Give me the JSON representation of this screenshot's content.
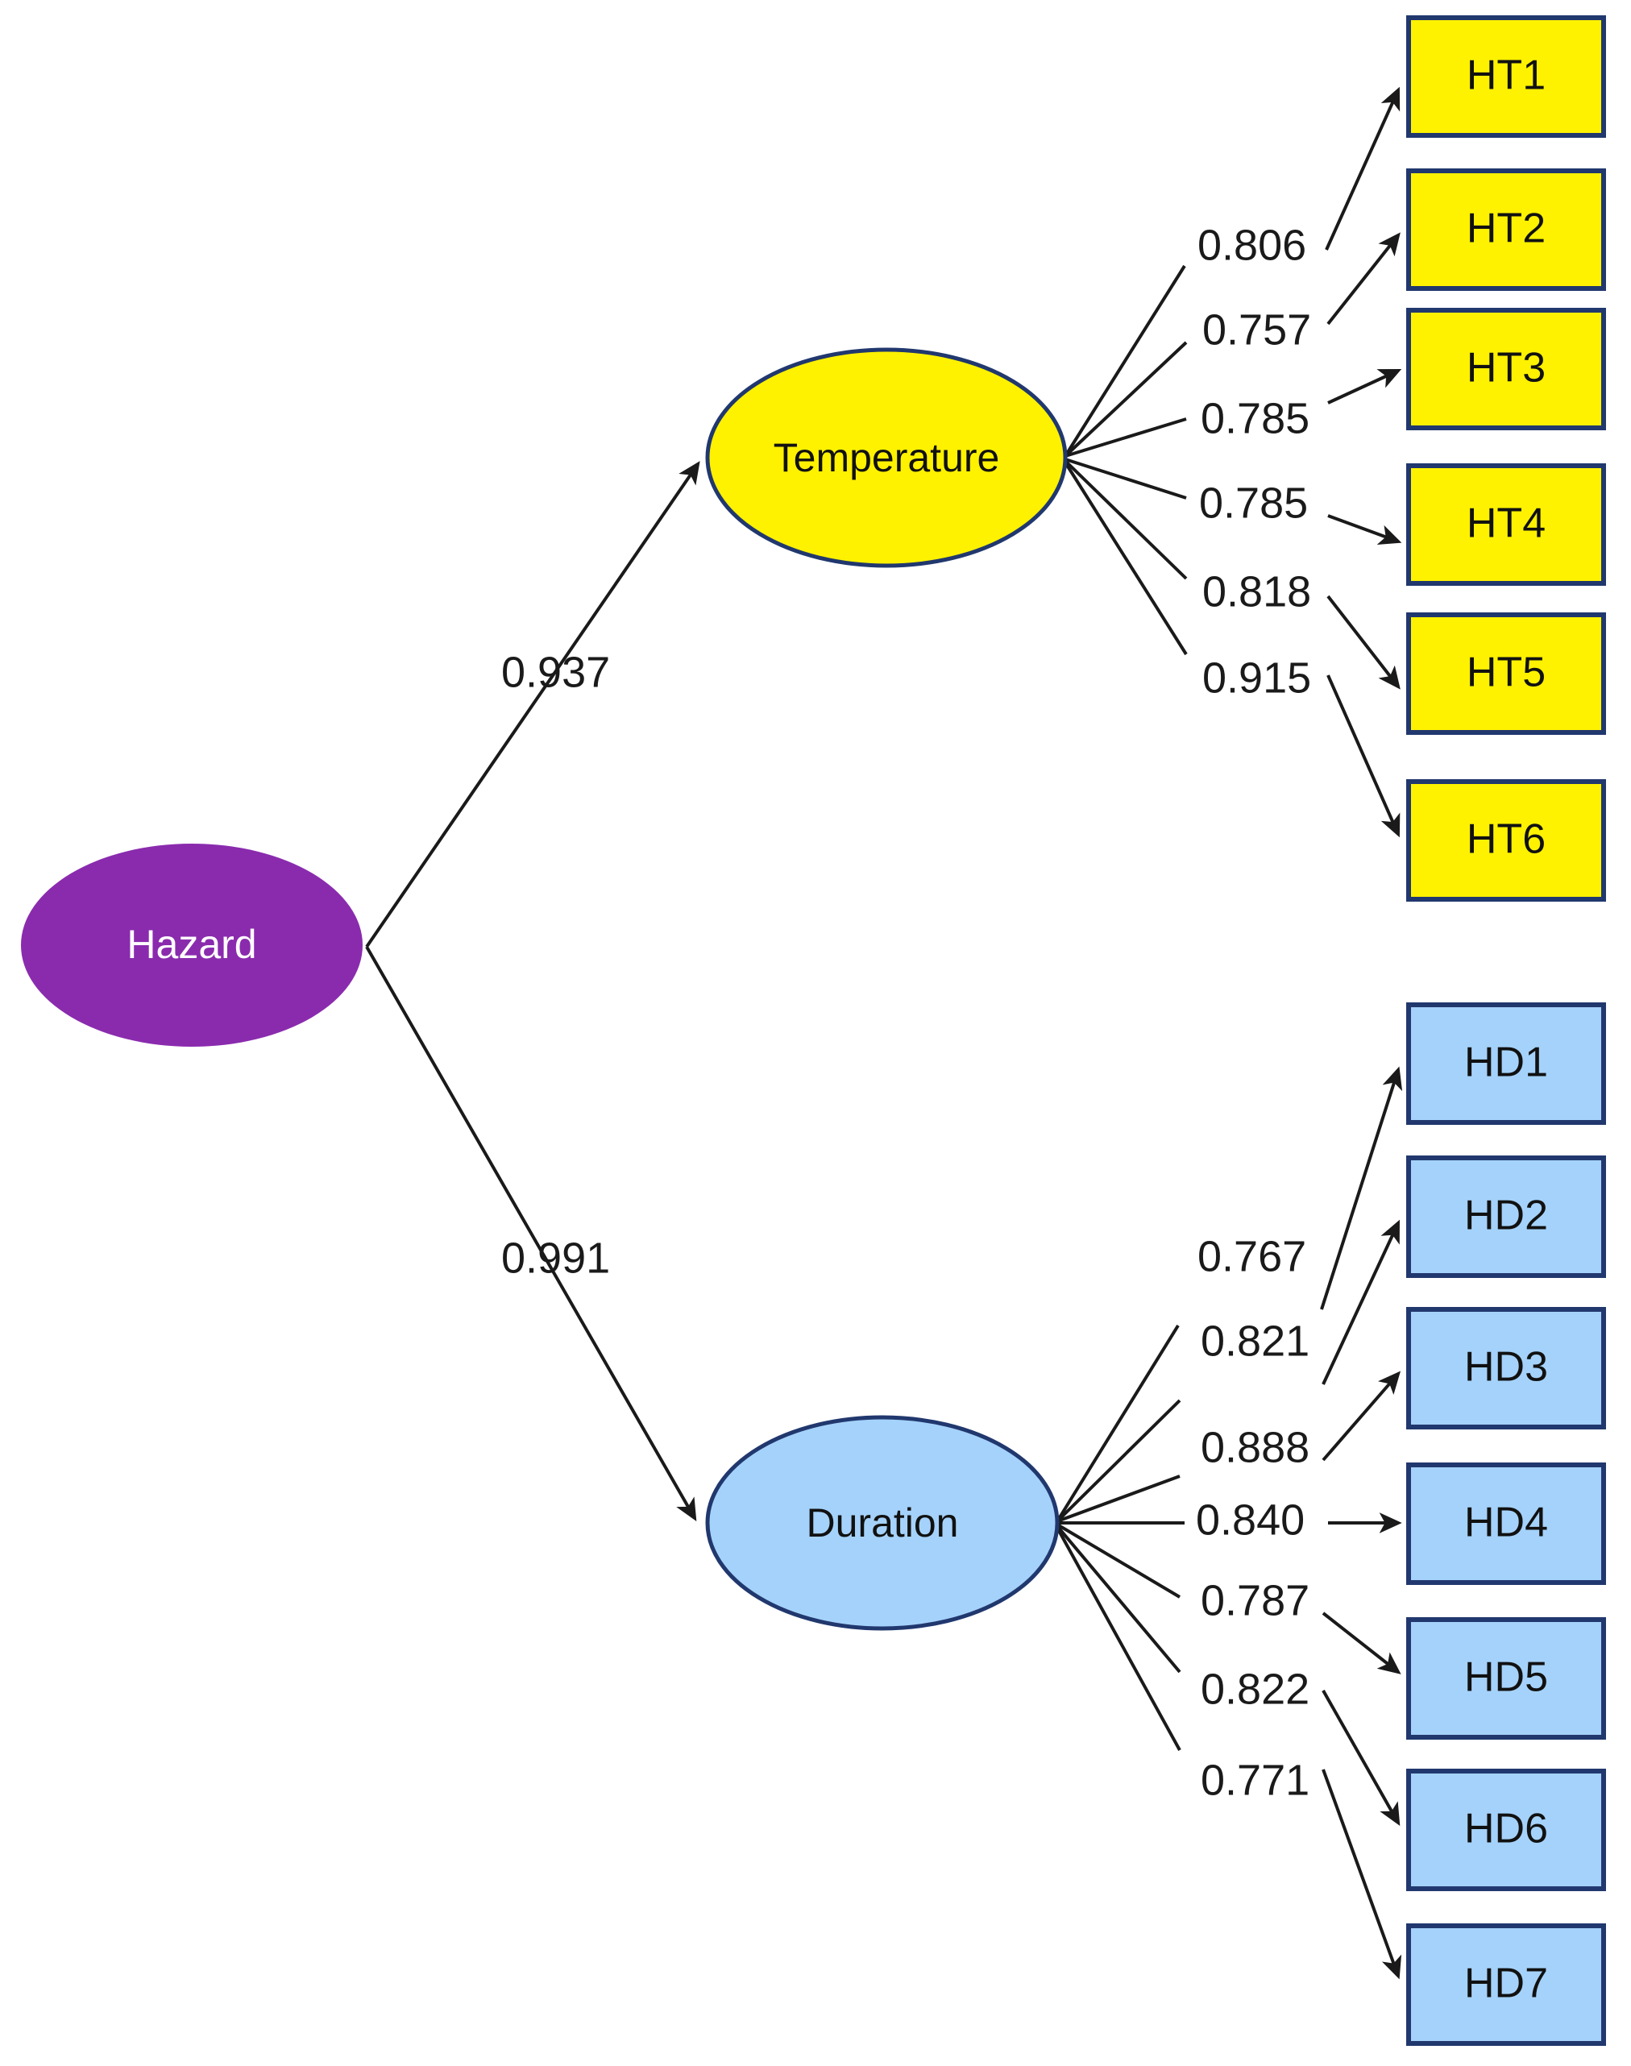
{
  "diagram": {
    "title": "Hazard second-order measurement model",
    "type": "sem-path-diagram",
    "background_color": "#FFFFFF",
    "edge_color": "#1A1A1A",
    "border_color": "#21386E"
  },
  "nodes": {
    "hazard": {
      "label": "Hazard",
      "shape": "ellipse",
      "fill": "#8A2BAE",
      "text_color": "#FFFFFF"
    },
    "temperature": {
      "label": "Temperature",
      "shape": "ellipse",
      "fill": "#FFF200",
      "text_color": "#111111"
    },
    "duration": {
      "label": "Duration",
      "shape": "ellipse",
      "fill": "#A5D2FA",
      "text_color": "#111111"
    }
  },
  "indicators": {
    "temperature": [
      {
        "label": "HT1",
        "fill": "#FFF200"
      },
      {
        "label": "HT2",
        "fill": "#FFF200"
      },
      {
        "label": "HT3",
        "fill": "#FFF200"
      },
      {
        "label": "HT4",
        "fill": "#FFF200"
      },
      {
        "label": "HT5",
        "fill": "#FFF200"
      },
      {
        "label": "HT6",
        "fill": "#FFF200"
      }
    ],
    "duration": [
      {
        "label": "HD1",
        "fill": "#A5D2FA"
      },
      {
        "label": "HD2",
        "fill": "#A5D2FA"
      },
      {
        "label": "HD3",
        "fill": "#A5D2FA"
      },
      {
        "label": "HD4",
        "fill": "#A5D2FA"
      },
      {
        "label": "HD5",
        "fill": "#A5D2FA"
      },
      {
        "label": "HD6",
        "fill": "#A5D2FA"
      },
      {
        "label": "HD7",
        "fill": "#A5D2FA"
      }
    ]
  },
  "structural_paths": [
    {
      "from": "Hazard",
      "to": "Temperature",
      "coefficient": "0.937"
    },
    {
      "from": "Hazard",
      "to": "Duration",
      "coefficient": "0.991"
    }
  ],
  "chart_data": {
    "type": "diagram",
    "title": "Hazard second-order measurement model",
    "latent_variables": [
      "Hazard",
      "Temperature",
      "Duration"
    ],
    "second_order_loadings": [
      {
        "from": "Hazard",
        "to": "Temperature",
        "value": 0.937
      },
      {
        "from": "Hazard",
        "to": "Duration",
        "value": 0.991
      }
    ],
    "first_order_loadings": [
      {
        "from": "Temperature",
        "to": "HT1",
        "value": 0.806
      },
      {
        "from": "Temperature",
        "to": "HT2",
        "value": 0.757
      },
      {
        "from": "Temperature",
        "to": "HT3",
        "value": 0.785
      },
      {
        "from": "Temperature",
        "to": "HT4",
        "value": 0.785
      },
      {
        "from": "Temperature",
        "to": "HT5",
        "value": 0.818
      },
      {
        "from": "Temperature",
        "to": "HT6",
        "value": 0.915
      },
      {
        "from": "Duration",
        "to": "HD1",
        "value": 0.767
      },
      {
        "from": "Duration",
        "to": "HD2",
        "value": 0.821
      },
      {
        "from": "Duration",
        "to": "HD3",
        "value": 0.888
      },
      {
        "from": "Duration",
        "to": "HD4",
        "value": 0.84
      },
      {
        "from": "Duration",
        "to": "HD5",
        "value": 0.787
      },
      {
        "from": "Duration",
        "to": "HD6",
        "value": 0.822
      },
      {
        "from": "Duration",
        "to": "HD7",
        "value": 0.771
      }
    ]
  },
  "edge_labels": {
    "temperature": [
      "0.806",
      "0.757",
      "0.785",
      "0.785",
      "0.818",
      "0.915"
    ],
    "duration": [
      "0.767",
      "0.821",
      "0.888",
      "0.840",
      "0.787",
      "0.822",
      "0.771"
    ]
  }
}
